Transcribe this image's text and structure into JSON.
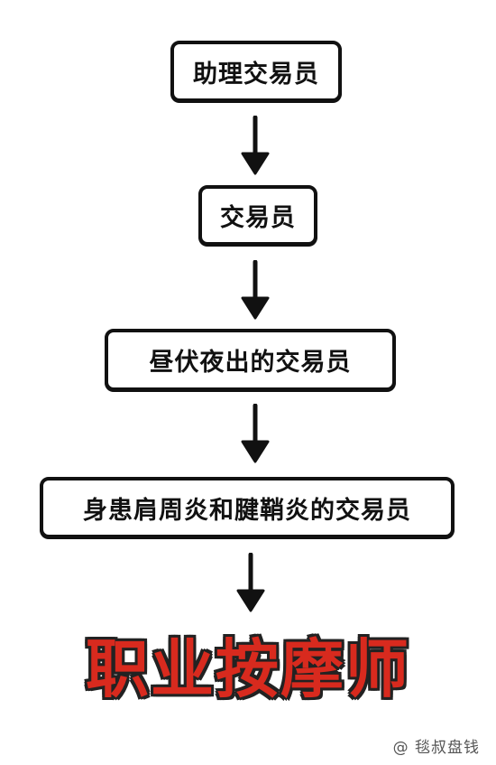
{
  "flow": {
    "steps": [
      "助理交易员",
      "交易员",
      "昼伏夜出的交易员",
      "身患肩周炎和腱鞘炎的交易员"
    ],
    "final": "职业按摩师"
  },
  "watermark": "@ 毯叔盘钱",
  "colors": {
    "box_border": "#111111",
    "final_text": "#d82a1e",
    "final_outline": "#222222"
  }
}
